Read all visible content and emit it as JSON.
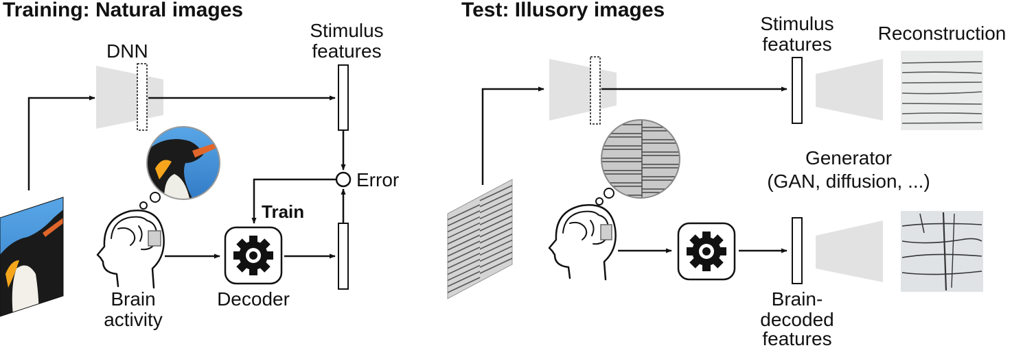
{
  "training": {
    "title": "Training: Natural images",
    "dnn_label": "DNN",
    "stimulus_features": [
      "Stimulus",
      "features"
    ],
    "error_label": "Error",
    "train_label": "Train",
    "brain_activity": [
      "Brain",
      "activity"
    ],
    "decoder_label": "Decoder"
  },
  "test": {
    "title": "Test: Illusory images",
    "stimulus_features": [
      "Stimulus",
      "features"
    ],
    "reconstruction_label": "Reconstruction",
    "generator": [
      "Generator",
      "(GAN, diffusion, ...)"
    ],
    "brain_decoded": [
      "Brain-",
      "decoded",
      "features"
    ]
  },
  "colors": {
    "stroke": "#111111",
    "dnn_fill": "#e2e2e2",
    "penguin_sky": "#3f8fd6",
    "penguin_beak": "#e0662a",
    "decoder_gear": "#111111"
  }
}
